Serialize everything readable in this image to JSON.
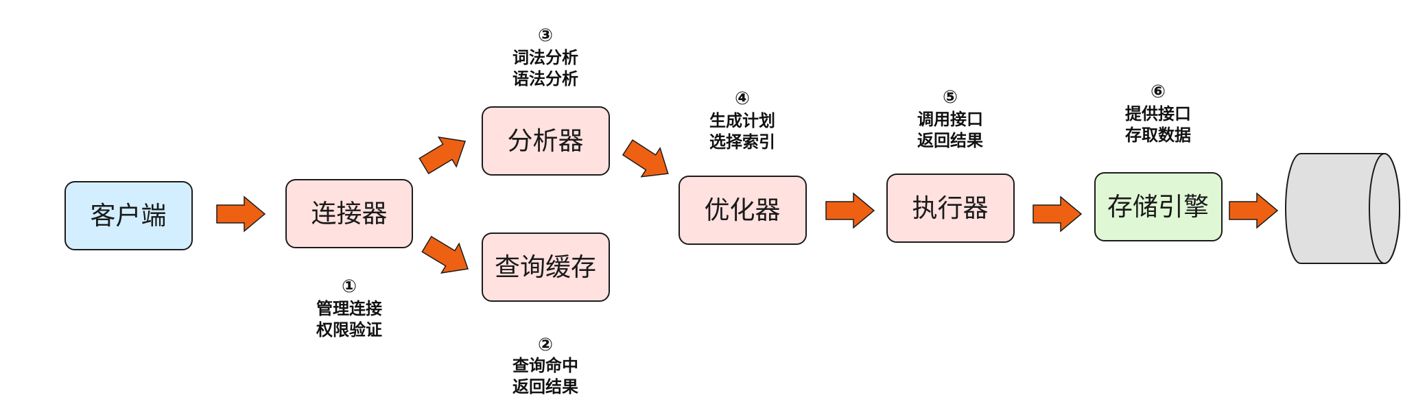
{
  "colors": {
    "client_fill": "#d3efff",
    "process_fill": "#ffe1df",
    "storage_fill": "#e0f7d6",
    "arrow_fill": "#ee6112",
    "cylinder_fill": "#e0e0e0",
    "stroke": "#1a1a1a"
  },
  "nodes": {
    "client": "客户端",
    "connector": "连接器",
    "analyzer": "分析器",
    "query_cache": "查询缓存",
    "optimizer": "优化器",
    "executor": "执行器",
    "storage_engine": "存储引擎"
  },
  "notes": {
    "connector": {
      "step": "①",
      "line1": "管理连接",
      "line2": "权限验证"
    },
    "query_cache": {
      "step": "②",
      "line1": "查询命中",
      "line2": "返回结果"
    },
    "analyzer": {
      "step": "③",
      "line1": "词法分析",
      "line2": "语法分析"
    },
    "optimizer": {
      "step": "④",
      "line1": "生成计划",
      "line2": "选择索引"
    },
    "executor": {
      "step": "⑤",
      "line1": "调用接口",
      "line2": "返回结果"
    },
    "storage_engine": {
      "step": "⑥",
      "line1": "提供接口",
      "line2": "存取数据"
    }
  },
  "icons": {
    "arrow": "arrow-right-icon",
    "database": "database-cylinder-icon"
  }
}
